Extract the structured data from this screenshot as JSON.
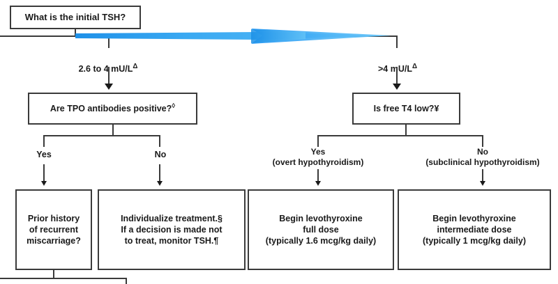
{
  "diagram": {
    "title_box": {
      "text": "What is the initial TSH?"
    },
    "branch_labels": {
      "left": "2.6 to 4 mU/L",
      "left_marker": "Δ",
      "right": ">4 mU/L",
      "right_marker": "Δ"
    },
    "decisions": {
      "left": {
        "text": "Are TPO antibodies positive?",
        "marker": "◊"
      },
      "right": {
        "text": "Is free T4 low?",
        "marker": "¥"
      }
    },
    "branch_answers": {
      "left_yes": "Yes",
      "left_no": "No",
      "right_yes": "Yes\n(overt hypothyroidism)",
      "right_no": "No\n(subclinical hypothyroidism)"
    },
    "outcomes": {
      "o1": "Prior history\nof recurrent\nmiscarriage?",
      "o2_line1": "Individualize treatment.",
      "o2_marker1": "§",
      "o2_line2": "If a decision is made not",
      "o2_line3": "to treat, monitor TSH.",
      "o2_marker2": "¶",
      "o3": "Begin levothyroxine\nfull dose\n(typically 1.6 mcg/kg daily)",
      "o4": "Begin levothyroxine\nintermediate dose\n(typically 1 mcg/kg daily)"
    }
  },
  "overlay": {
    "pointer_arrow": {
      "icon": "blue-right-arrow-icon",
      "color_dark": "#1e90e8",
      "color_light": "#63c3f7",
      "direction": "right"
    }
  },
  "colors": {
    "line": "#3a3a3a",
    "text": "#1a1a1a",
    "background": "#ffffff",
    "accent": "#2196f3"
  }
}
